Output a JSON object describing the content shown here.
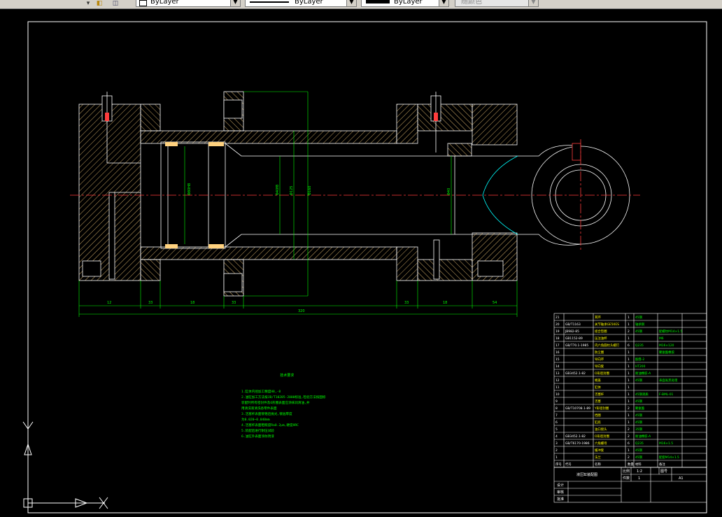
{
  "toolbar": {
    "layer_value": "ByLayer",
    "linetype_value": "ByLayer",
    "lineweight_value": "ByLayer",
    "plotstyle_value": "随颜色"
  },
  "drawing": {
    "dims": {
      "total": "320",
      "d1": "12",
      "d2": "33",
      "d3": "18",
      "d4": "33",
      "d5": "33",
      "d6": "18",
      "d7": "54",
      "bore": "Φ80H8",
      "rod": "Φ40f8",
      "outer1": "Φ125",
      "outer2": "Φ160",
      "rod2": "Φ40"
    },
    "tech_req": {
      "title": "技术要求",
      "lines": [
        "1.缸体内径加工精度H8,-8",
        "2.油缸加工方法按JB/T10205-2000标准,检验方法按国标",
        "装配时所有密封件及O形圈表面应涂抹润滑油,并",
        "用清洗液清洗各零件表面",
        "3.活塞杆表面镀铬后抛光,镀层厚度",
        "为0.020~0.040mm",
        "4.活塞杆表面粗糙度Ra0.2μm,硬度HRC",
        "5.装配后进行耐压试验",
        "6.油缸外表面涂防锈漆"
      ]
    },
    "bom": {
      "rows": [
        {
          "no": "21",
          "code": "",
          "name": "耳环",
          "qty": "1",
          "mat": "45钢",
          "note": ""
        },
        {
          "no": "20",
          "code": "GB/T1163",
          "name": "关节轴承GE50ES",
          "qty": "1",
          "mat": "轴承钢",
          "note": ""
        },
        {
          "no": "19",
          "code": "JB982-85",
          "name": "组合垫圈",
          "qty": "2",
          "mat": "45钢",
          "note": "配螺纹M14×1.5"
        },
        {
          "no": "18",
          "code": "GB1152-89",
          "name": "压注油杯",
          "qty": "1",
          "mat": "",
          "note": "M6"
        },
        {
          "no": "17",
          "code": "GB/T70.1-1985",
          "name": "内六角圆柱头螺钉",
          "qty": "6",
          "mat": "Q235",
          "note": "M16×120"
        },
        {
          "no": "16",
          "code": "",
          "name": "防尘圈",
          "qty": "1",
          "mat": "",
          "note": "聚氨酯橡胶"
        },
        {
          "no": "15",
          "code": "",
          "name": "导向环",
          "qty": "1",
          "mat": "酚醛-2",
          "note": ""
        },
        {
          "no": "14",
          "code": "",
          "name": "导向套",
          "qty": "1",
          "mat": "HT200",
          "note": ""
        },
        {
          "no": "13",
          "code": "GB3452.1-82",
          "name": "O形密封圈",
          "qty": "1",
          "mat": "耐油橡胶-A",
          "note": ""
        },
        {
          "no": "12",
          "code": "",
          "name": "端盖",
          "qty": "1",
          "mat": "45钢",
          "note": "表面发黑处理"
        },
        {
          "no": "11",
          "code": "",
          "name": "缸体",
          "qty": "1",
          "mat": "",
          "note": ""
        },
        {
          "no": "10",
          "code": "",
          "name": "活塞杆",
          "qty": "1",
          "mat": "45钢调质",
          "note": "F-BML-01"
        },
        {
          "no": "9",
          "code": "",
          "name": "活塞",
          "qty": "1",
          "mat": "45钢",
          "note": ""
        },
        {
          "no": "8",
          "code": "GB/T10708.1-89",
          "name": "Y形密封圈",
          "qty": "2",
          "mat": "聚氨酯",
          "note": ""
        },
        {
          "no": "7",
          "code": "",
          "name": "挡圈",
          "qty": "1",
          "mat": "45钢",
          "note": ""
        },
        {
          "no": "6",
          "code": "",
          "name": "缸底",
          "qty": "1",
          "mat": "45钢",
          "note": ""
        },
        {
          "no": "5",
          "code": "",
          "name": "油口接头",
          "qty": "2",
          "mat": "35钢",
          "note": ""
        },
        {
          "no": "4",
          "code": "GB3452.1-82",
          "name": "O形密封圈",
          "qty": "2",
          "mat": "耐油橡胶-A",
          "note": ""
        },
        {
          "no": "3",
          "code": "GB/T6170-1986",
          "name": "六角螺母",
          "qty": "6",
          "mat": "Q235",
          "note": "M16×1.5"
        },
        {
          "no": "2",
          "code": "",
          "name": "缓冲套",
          "qty": "1",
          "mat": "45钢",
          "note": ""
        },
        {
          "no": "1",
          "code": "",
          "name": "法兰",
          "qty": "2",
          "mat": "45钢",
          "note": "配套M14×1.5"
        }
      ],
      "headers": {
        "no": "序号",
        "code": "代号",
        "name": "名称",
        "qty": "数量",
        "mat": "材料",
        "note": "备注"
      }
    },
    "title_block": {
      "drawing_name": "液压缸装配图",
      "ratio_label": "比例",
      "ratio": "1:2",
      "sheet_label": "件数",
      "sheet": "1",
      "size_label": "图号",
      "size": "A1",
      "role1": "设计",
      "role2": "审核",
      "role3": "批准"
    }
  }
}
